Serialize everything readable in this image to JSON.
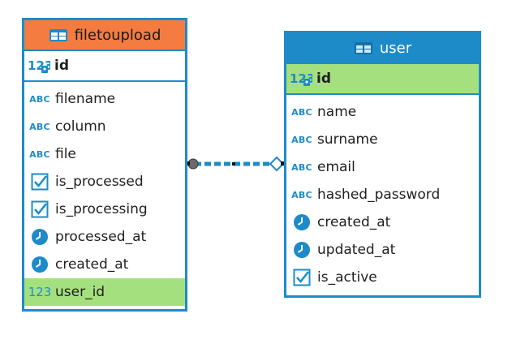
{
  "diagram": {
    "entities": [
      {
        "key": "filetoupload",
        "title": "filetoupload",
        "header_color": "#f47c41",
        "primary_key": {
          "label": "id",
          "icon": "numeric-key-icon"
        },
        "columns": [
          {
            "label": "filename",
            "icon": "text-type-icon"
          },
          {
            "label": "column",
            "icon": "text-type-icon"
          },
          {
            "label": "file",
            "icon": "text-type-icon"
          },
          {
            "label": "is_processed",
            "icon": "checkbox-icon"
          },
          {
            "label": "is_processing",
            "icon": "checkbox-icon"
          },
          {
            "label": "processed_at",
            "icon": "clock-icon"
          },
          {
            "label": "created_at",
            "icon": "clock-icon"
          },
          {
            "label": "user_id",
            "icon": "numeric-icon",
            "highlighted": true
          }
        ]
      },
      {
        "key": "user",
        "title": "user",
        "header_color": "#1e8bc9",
        "primary_key": {
          "label": "id",
          "icon": "numeric-key-icon",
          "highlighted": true
        },
        "columns": [
          {
            "label": "name",
            "icon": "text-type-icon"
          },
          {
            "label": "surname",
            "icon": "text-type-icon"
          },
          {
            "label": "email",
            "icon": "text-type-icon"
          },
          {
            "label": "hashed_password",
            "icon": "text-type-icon"
          },
          {
            "label": "created_at",
            "icon": "clock-icon"
          },
          {
            "label": "updated_at",
            "icon": "clock-icon"
          },
          {
            "label": "is_active",
            "icon": "checkbox-icon"
          }
        ]
      }
    ],
    "relation": {
      "from": "filetoupload.user_id",
      "to": "user.id",
      "style": "dotted"
    },
    "colors": {
      "border": "#1e8bc9",
      "highlight": "#a5e07f",
      "icon": "#1e8bc9"
    },
    "icon_text": {
      "text_type": "ABC",
      "numeric": "123"
    }
  }
}
